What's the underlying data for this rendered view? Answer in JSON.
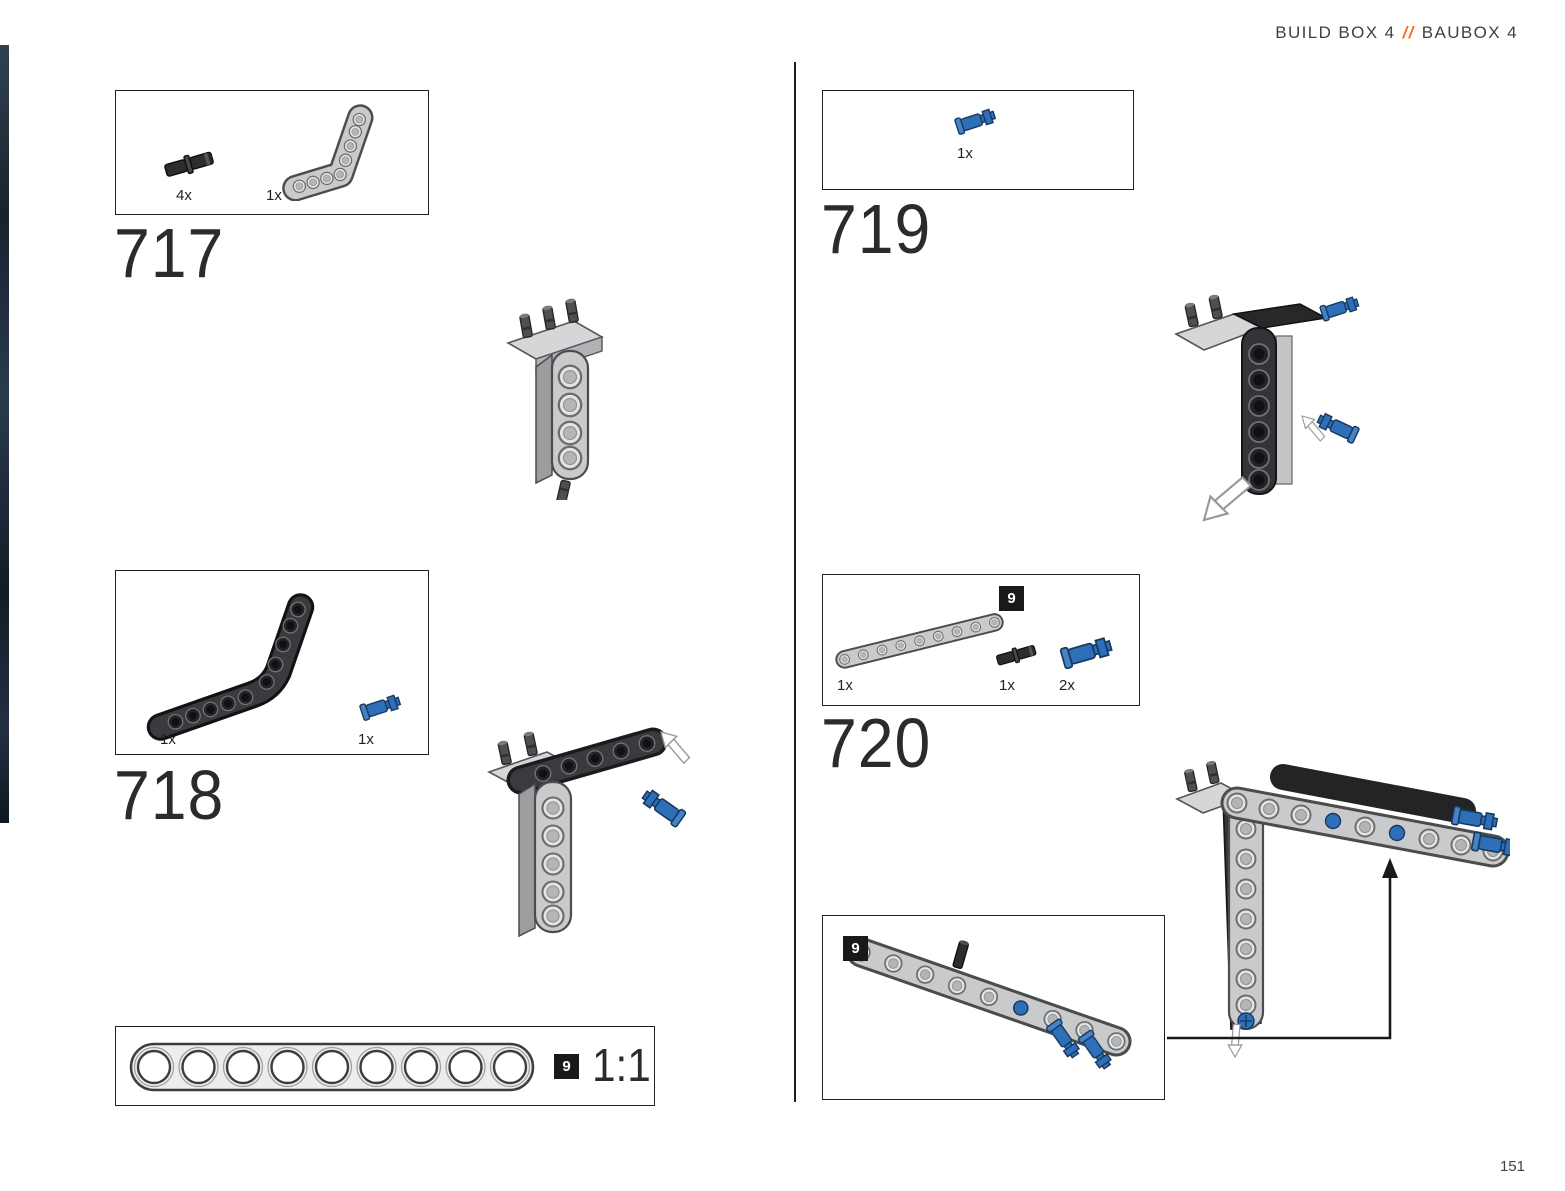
{
  "colors": {
    "accent": "#f2701d",
    "part_blue": "#2f6fb7",
    "part_gray": "#c8cacc",
    "part_black": "#2c2d2f"
  },
  "header": {
    "build_box": "BUILD BOX 4",
    "separator": "//",
    "baubox": "BAUBOX 4"
  },
  "page_number": "151",
  "scale_box": {
    "badge": "9",
    "label": "1:1",
    "holes": 9
  },
  "steps": {
    "s717": {
      "number": "717",
      "parts": [
        {
          "name": "black-pin-connector",
          "count": "4x"
        },
        {
          "name": "gray-angled-beam",
          "count": "1x"
        }
      ]
    },
    "s718": {
      "number": "718",
      "parts": [
        {
          "name": "black-bent-beam",
          "count": "1x"
        },
        {
          "name": "blue-pin",
          "count": "1x"
        }
      ]
    },
    "s719": {
      "number": "719",
      "parts": [
        {
          "name": "blue-pin",
          "count": "1x"
        }
      ]
    },
    "s720": {
      "number": "720",
      "badge": "9",
      "callout_badge": "9",
      "parts": [
        {
          "name": "gray-beam-9-hole",
          "count": "1x"
        },
        {
          "name": "black-pin-connector",
          "count": "1x"
        },
        {
          "name": "blue-axle-pin",
          "count": "2x"
        }
      ]
    }
  }
}
